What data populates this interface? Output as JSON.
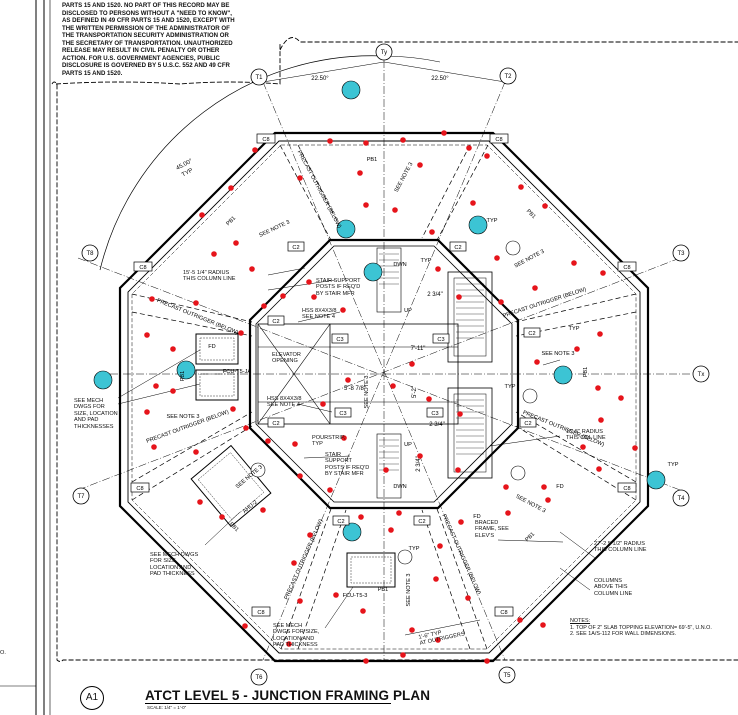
{
  "security_warning": [
    "PARTS 15 AND 1520. NO PART OF THIS RECORD MAY BE",
    "DISCLOSED TO PERSONS WITHOUT A \"NEED TO KNOW\",",
    "AS DEFINED IN 49 CFR PARTS 15 AND 1520, EXCEPT WITH",
    "THE WRITTEN PERMISSION OF THE ADMINISTRATOR OF",
    "THE TRANSPORTATION SECURITY ADMINISTRATION OR",
    "THE SECRETARY OF TRANSPORTATION. UNAUTHORIZED",
    "RELEASE MAY RESULT IN CIVIL PENALTY OR OTHER",
    "ACTION. FOR U.S. GOVERNMENT AGENCIES, PUBLIC",
    "DISCLOSURE IS GOVERNED BY 5 U.S.C. 552 AND 49 CFR",
    "PARTS 15 AND 1520."
  ],
  "title": {
    "callout": "A1",
    "name": "ATCT LEVEL 5 - JUNCTION FRAMING PLAN",
    "scale": "SCALE: 1/4\" = 1'-0\""
  },
  "grid_labels": {
    "t1": "T1",
    "t2": "T2",
    "t3": "T3",
    "t4": "T4",
    "t5": "T5",
    "t6": "T6",
    "t7": "T7",
    "t8": "T8",
    "ty": "Ty",
    "tx": "Tx"
  },
  "dimensions": {
    "angle_left": "22.50°",
    "angle_right": "22.50°",
    "arc_angle": "45.00°",
    "arc_typ": "TYP",
    "stair_1": "7'-11\"",
    "stair_2": "5'-8 7/8\"",
    "stair_3": "5'-2\"",
    "dim_234_a": "2 3/4\"",
    "dim_234_b": "2 3/4\"",
    "dim_234_c": "2 3/4\"",
    "outrigger_dim": "1'-6\" TYP\nAT OUTRIGGERS"
  },
  "member_tags": {
    "c8": "C8",
    "c2": "C2",
    "c3": "C3",
    "pb1": "PB1"
  },
  "annotations": {
    "radius_15": "15'-5 1/4\" RADIUS\nTHIS COLUMN LINE",
    "stair_support_top": "STAIR SUPPORT\nPOSTS IF REQ'D\nBY STAIR MFR",
    "hss_top": "HSS 8x4x3/8\nSEE NOTE 4",
    "hss_mid": "HSS 8x4x3/8\nSEE NOTE 4",
    "elevator": "ELEVATOR\nOPENING",
    "pourstrip": "POURSTRIP,\nTYP",
    "stair_support_bot": "STAIR\nSUPPORT\nPOSTS IF REQ'D\nBY STAIR MFR",
    "see_mech_left": "SEE MECH\nDWGS FOR\nSIZE, LOCATION\nAND PAD\nTHICKNESSES",
    "see_mech_bot_left": "SEE MECH DWGS\nFOR SIZE,\nLOCATION AND\nPAD THICKNESS",
    "see_mech_bot": "SEE MECH\nDWGS FOR SIZE,\nLOCATION AND\nPAD THICKNESS",
    "radius_15b": "15'-5\" RADIUS\nTHIS COL LINE",
    "braced_frame": "BRACED\nFRAME, SEE\nELEV'S",
    "radius_27": "27'-2 5 1/2\" RADIUS\nTHIS COLUMN LINE",
    "columns_above": "COLUMNS\nABOVE THIS\nCOLUMN LINE",
    "see_note_3": "SEE NOTE 3",
    "precast": "PRECAST OUTRIGGER\n(BELOW)",
    "dwn": "DWN",
    "up": "UP",
    "typ": "TYP",
    "fd": "FD",
    "fcu_ja": "FCU-T5-JA",
    "fcu_3": "FCU-T5-3",
    "ahu": "AHU-2"
  },
  "notes": {
    "heading": "NOTES:",
    "items": [
      "1.  TOP OF 2\" SLAB TOPPING ELEVATION= 69'-5\", U.N.O.",
      "2.  SEE 1A/S-112 FOR WALL DIMENSIONS."
    ]
  },
  "margin_note": "O."
}
